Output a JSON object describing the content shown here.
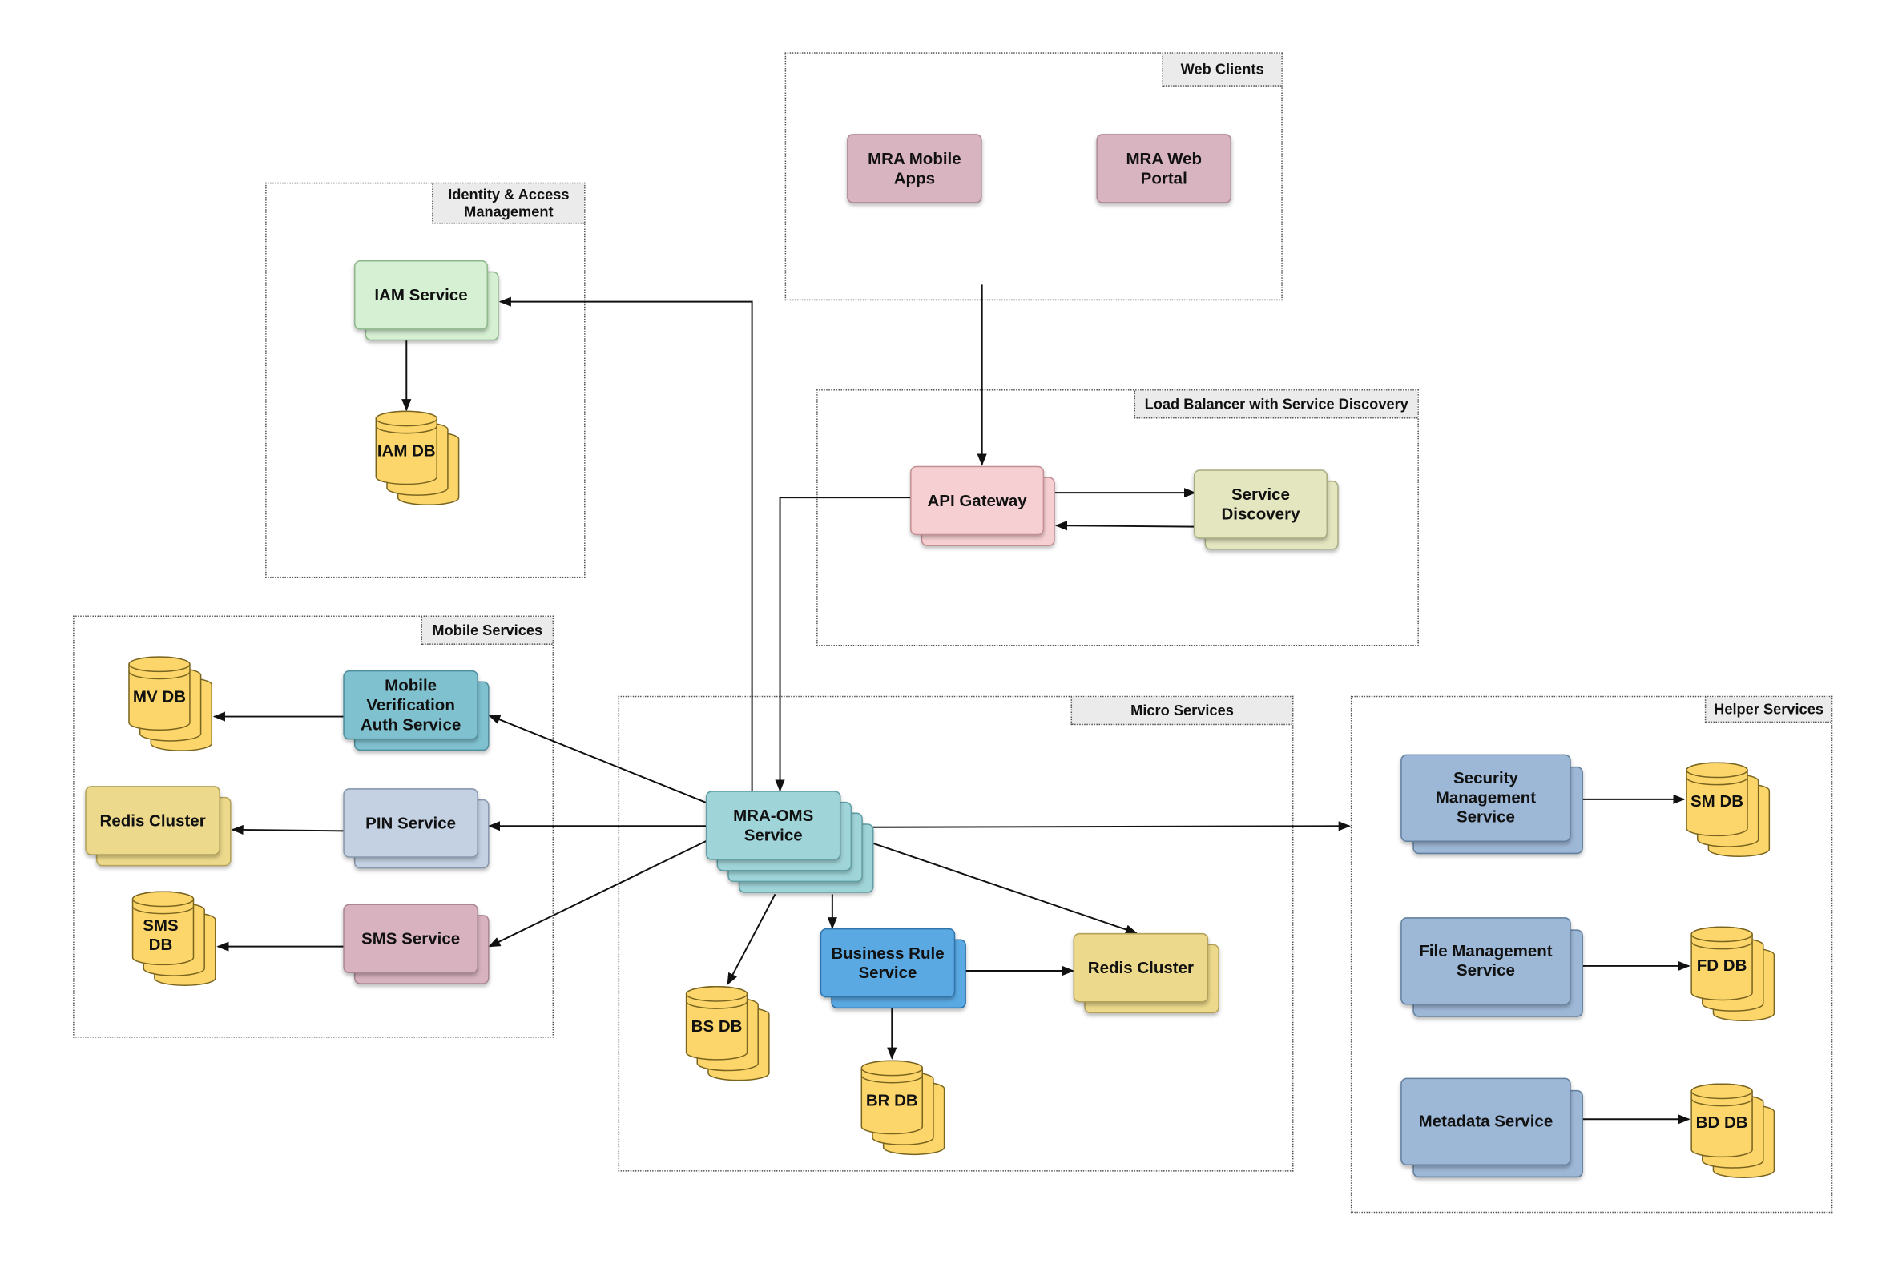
{
  "groups": {
    "web_clients": "Web Clients",
    "iam": "Identity & Access Management",
    "load_balancer": "Load Balancer with Service Discovery",
    "mobile_services": "Mobile Services",
    "micro_services": "Micro Services",
    "helper_services": "Helper Services"
  },
  "services": {
    "mra_mobile_apps": "MRA Mobile Apps",
    "mra_web_portal": "MRA Web Portal",
    "iam_service": "IAM Service",
    "api_gateway": "API Gateway",
    "service_discovery": "Service Discovery",
    "mobile_verification": "Mobile Verification Auth Service",
    "pin_service": "PIN Service",
    "sms_service": "SMS Service",
    "redis_cluster_mobile": "Redis Cluster",
    "mra_oms": "MRA-OMS Service",
    "business_rule": "Business Rule Service",
    "redis_cluster_micro": "Redis Cluster",
    "security_management": "Security Management Service",
    "file_management": "File Management Service",
    "metadata_service": "Metadata Service"
  },
  "databases": {
    "iam_db": "IAM DB",
    "mv_db": "MV DB",
    "sms_db": "SMS DB",
    "bs_db": "BS DB",
    "br_db": "BR DB",
    "sm_db": "SM DB",
    "fd_db": "FD DB",
    "bd_db": "BD DB"
  },
  "colors": {
    "pink": "#d8b3c0",
    "rose": "#f6cfd2",
    "green": "#d5f0d3",
    "olive": "#e4e6c0",
    "teal": "#7fc1cf",
    "teal_light": "#9fd4d8",
    "lavender": "#c3d1e3",
    "mauve": "#d8b3bf",
    "sand": "#ecd98b",
    "blue": "#5aa9e3",
    "steel": "#9db7d6",
    "db_yellow": "#fcd66a"
  }
}
